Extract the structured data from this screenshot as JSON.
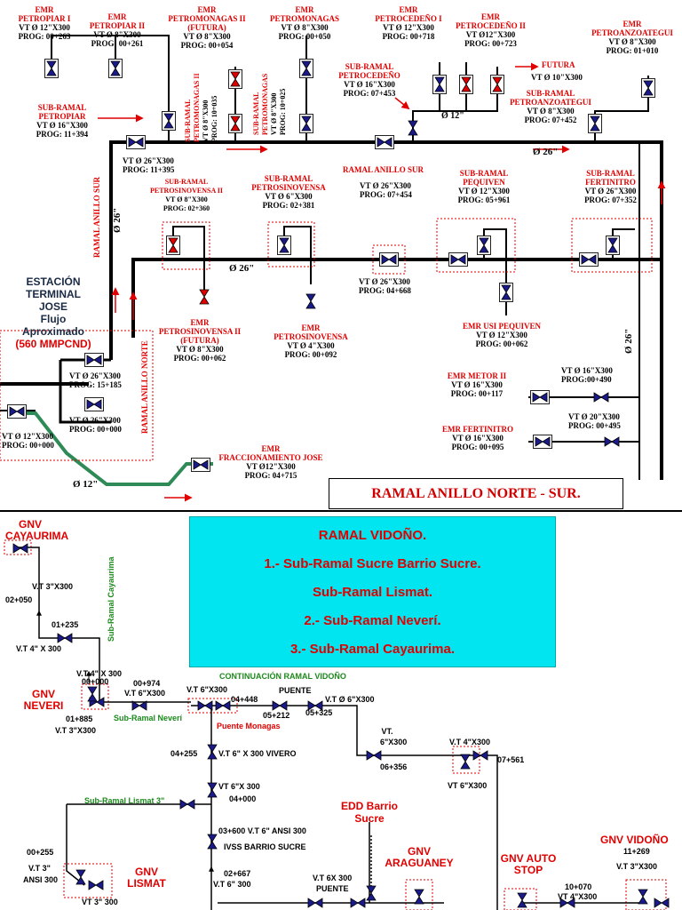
{
  "top": {
    "title": "RAMAL  ANILLO NORTE - SUR.",
    "station": {
      "line1": "ESTACIÓN",
      "line2": "TERMINAL",
      "line3": "JOSE",
      "line4": "Flujo",
      "line5": "Aproximado",
      "line6": "(560 MMPCND)"
    },
    "emr_petropiar_1": {
      "l1": "EMR",
      "l2": "PETROPIAR I",
      "l3": "VT Ø 12\"X300",
      "l4": "PROG: 00+263"
    },
    "emr_petropiar_2": {
      "l1": "EMR",
      "l2": "PETROPIAR II",
      "l3": "VT Ø 8\"X300",
      "l4": "PROG: 00+261"
    },
    "emr_petromonagas_2": {
      "l1": "EMR",
      "l2": "PETROMONAGAS II",
      "l3": "(FUTURA)",
      "l4": "VT Ø 8\"X300",
      "l5": "PROG: 00+054"
    },
    "emr_petromonagas": {
      "l1": "EMR",
      "l2": "PETROMONAGAS",
      "l3": "VT Ø 8\"X300",
      "l4": "PROG: 00+050"
    },
    "emr_petrocedeno_1": {
      "l1": "EMR",
      "l2": "PETROCEDEÑO I",
      "l3": "VT Ø 12\"X300",
      "l4": "PROG: 00+718"
    },
    "emr_petrocedeno_2": {
      "l1": "EMR",
      "l2": "PETROCEDEÑO II",
      "l3": "VT Ø12\"X300",
      "l4": "PROG: 00+723"
    },
    "emr_petroanzoategui": {
      "l1": "EMR",
      "l2": "PETROANZOATEGUI",
      "l3": "VT Ø 8\"X300",
      "l4": "PROG: 01+010"
    },
    "sub_petropiar": {
      "l1": "SUB-RAMAL",
      "l2": "PETROPIAR",
      "l3": "VT Ø 16\"X300",
      "l4": "PROG: 11+394"
    },
    "rot_petromonagas2": {
      "l1": "SUB-RAMAL",
      "l2": "PETROMONAGAS II",
      "l3": "VT Ø 8\"X300",
      "l4": "PROG: 10+035"
    },
    "rot_petromonagas": {
      "l1": "SUB-RAMAL",
      "l2": "PETROMONAGAS",
      "l3": "VT Ø 8\"X300",
      "l4": "PROG: 10+025"
    },
    "sub_petrocedeno": {
      "l1": "SUB-RAMAL",
      "l2": "PETROCEDEÑO",
      "l3": "VT Ø 16\"X300",
      "l4": "PROG: 07+453"
    },
    "futura": "FUTURA",
    "futura_vt": "VT Ø 10\"X300",
    "sub_petroanzoategui": {
      "l1": "SUB-RAMAL",
      "l2": "PETROANZOATEGUI",
      "l3": "VT Ø 8\"X300",
      "l4": "PROG: 07+452"
    },
    "d12_petrocedeno": "Ø 12\"",
    "main_valve1": {
      "l1": "VT Ø 26\"X300",
      "l2": "PROG: 11+395"
    },
    "ramal_sur_label": "RAMAL ANILLO SUR",
    "ramal_sur_valve": {
      "l1": "VT Ø 26\"X300",
      "l2": "PROG: 07+454"
    },
    "d26_top": "Ø 26\"",
    "ramal_anillo_sur_rot": "RAMAL ANILLO SUR",
    "d26_left": "Ø 26\"",
    "d26_mid": "Ø 26\"",
    "d26_right": "Ø 26\"",
    "sub_petrosinovensa2": {
      "l1": "SUB-RAMAL",
      "l2": "PETROSINOVENSA II",
      "l3": "VT Ø 8\"X300",
      "l4": "PROG: 02+360"
    },
    "sub_petrosinovensa": {
      "l1": "SUB-RAMAL",
      "l2": "PETROSINOVENSA",
      "l3": "VT Ø 6\"X300",
      "l4": "PROG: 02+381"
    },
    "sub_pequiven": {
      "l1": "SUB-RAMAL",
      "l2": "PEQUIVEN",
      "l3": "VT Ø 12\"X300",
      "l4": "PROG: 05+961"
    },
    "sub_fertinitro": {
      "l1": "SUB-RAMAL",
      "l2": "FERTINITRO",
      "l3": "VT Ø 26\"X300",
      "l4": "PROG: 07+352"
    },
    "emr_petrosinovensa2": {
      "l1": "EMR",
      "l2": "PETROSINOVENSA II",
      "l3": "(FUTURA)",
      "l4": "VT Ø 8\"X300",
      "l5": "PROG: 00+062"
    },
    "emr_petrosinovensa": {
      "l1": "EMR",
      "l2": "PETROSINOVENSA",
      "l3": "VT Ø 4\"X300",
      "l4": "PROG: 00+092"
    },
    "valve_0468": {
      "l1": "VT Ø 26\"X300",
      "l2": "PROG: 04+668"
    },
    "emr_usi_pequiven": {
      "l1": "EMR USI PEQUIVEN",
      "l2": "VT Ø 12\"X300",
      "l3": "PROG: 00+062"
    },
    "emr_metor2": {
      "l1": "EMR METOR II",
      "l2": "VT Ø 16\"X300",
      "l3": "PROG: 00+117"
    },
    "vt16_0490": {
      "l1": "VT Ø 16\"X300",
      "l2": "PROG:00+490"
    },
    "vt20_0495": {
      "l1": "VT Ø 20\"X300",
      "l2": "PROG: 00+495"
    },
    "emr_fertinitro": {
      "l1": "EMR FERTINITRO",
      "l2": "VT Ø 16\"X300",
      "l3": "PROG: 00+095"
    },
    "ramal_norte_rot": "RAMAL ANILLO NORTE",
    "valve_1518": {
      "l1": "VT Ø 26\"X300",
      "l2": "PROG: 15+185"
    },
    "valve_0000": {
      "l1": "VT Ø 26\"X300",
      "l2": "PROG: 00+000"
    },
    "valve_12_0000": {
      "l1": "VT Ø 12\"X300",
      "l2": "PROG: 00+000"
    },
    "d12_bottom": "Ø 12\"",
    "emr_fraccionamiento": {
      "l1": "EMR",
      "l2": "FRACCIONAMIENTO JOSE",
      "l3": "VT Ø12\"X300",
      "l4": "PROG: 04+715"
    }
  },
  "bottom": {
    "title_lines": [
      "RAMAL VIDOÑO.",
      "1.- Sub-Ramal Sucre Barrio Sucre.",
      "Sub-Ramal Lismat.",
      "2.- Sub-Ramal Neverí.",
      "3.- Sub-Ramal Cayaurima."
    ],
    "gnv_cayaurima": {
      "l1": "GNV",
      "l2": "CAYAURIMA"
    },
    "vt3_cayaurima": "V.T 3\"X300",
    "p0250": "02+050",
    "p0123": "01+235",
    "vt4_300": "V.T 4\" X 300",
    "sub_cayaurima": "Sub-Ramal Cayaurima",
    "vt4_x300": "V.T 4\" X 300",
    "p0000": "00+000",
    "p0974": "00+974",
    "vt6_a": "V.T 6\"X300",
    "vt6_b": "V.T 6\"X300",
    "p0444": "04+448",
    "puente": "PUENTE",
    "vt6_c": "V.T Ø 6\"X300",
    "continuacion": "CONTINUACIÓN RAMAL VIDOÑO",
    "gnv_neveri": {
      "l1": "GNV",
      "l2": "NEVERI"
    },
    "p0188": "01+885",
    "vt3_neveri": "V.T 3\"X300",
    "sub_neveri": "Sub-Ramal Neverí",
    "p0521": "05+212",
    "p0532": "05+325",
    "puente_monagas": "Puente Monagas",
    "p0425": "04+255",
    "vt6_vivero": "V.T 6\" X 300 VIVERO",
    "vt_6_300": "VT.",
    "vt_6_300b": "6\"X300",
    "p0635": "06+356",
    "vt4_b": "V.T 4\"X300",
    "p0756": "07+561",
    "vt6_d": "VT 6\"X300",
    "vt6_e": "VT 6\"X 300",
    "p0400": "04+000",
    "sub_lismat": "Sub-Ramal Lismat 3\"",
    "edd_barrio": {
      "l1": "EDD Barrio",
      "l2": "Sucre"
    },
    "p0360": "03+600 V.T 6\" ANSI 300",
    "ivss": "IVSS BARRIO SUCRE",
    "p0025": "00+255",
    "vt3_ansi": "V.T 3\"",
    "ansi300": "ANSI 300",
    "gnv_lismat": {
      "l1": "GNV",
      "l2": "LISMAT"
    },
    "vt3_300": "VT 3\"  300",
    "p0266": "02+667",
    "vt6_f": "V.T 6\" 300",
    "vt6x300": "V.T 6X 300",
    "puente2": "PUENTE",
    "gnv_araguaney": {
      "l1": "GNV",
      "l2": "ARAGUANEY"
    },
    "gnv_autostop": {
      "l1": "GNV AUTO",
      "l2": "STOP"
    },
    "p1007": "10+070",
    "vt4_c": "VT 4\"X300",
    "gnv_vidono": "GNV VIDOÑO",
    "p1126": "11+269",
    "vt3_vidono": "V.T 3\"X300"
  },
  "colors": {
    "pipe": "#000000",
    "valve": "#1a1a8a",
    "red": "#e00000",
    "green": "#1a8a1a",
    "green_pipe": "#2e8b57",
    "cyan": "#00e5f0"
  }
}
